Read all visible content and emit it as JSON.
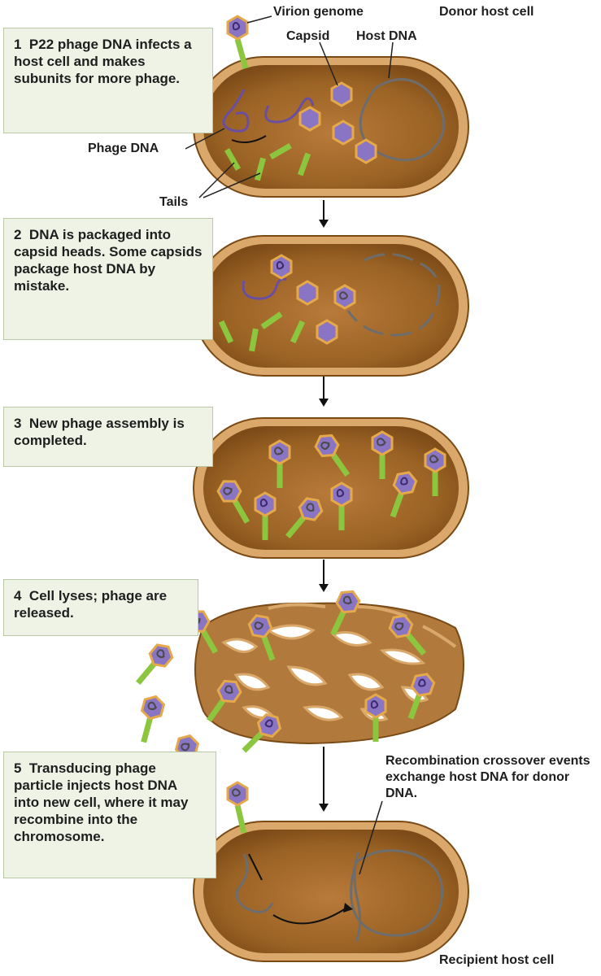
{
  "steps": [
    {
      "number": "1",
      "text": "P22 phage DNA infects a host cell and makes subunits for more phage."
    },
    {
      "number": "2",
      "text": "DNA is packaged into capsid heads. Some capsids package host DNA by mistake."
    },
    {
      "number": "3",
      "text": "New phage assembly is completed."
    },
    {
      "number": "4",
      "text": "Cell lyses; phage are released."
    },
    {
      "number": "5",
      "text": "Transducing phage particle injects host DNA into new cell, where it may recombine into the chromosome."
    }
  ],
  "labels": {
    "virion_genome": "Virion genome",
    "donor_host_cell": "Donor host cell",
    "capsid": "Capsid",
    "host_dna": "Host DNA",
    "phage_dna": "Phage DNA",
    "tails": "Tails",
    "recombination": "Recombination crossover events exchange host DNA for donor DNA.",
    "recipient_host_cell": "Recipient host cell"
  },
  "colors": {
    "cell_fill": "#a0682a",
    "cell_rim": "#d9a86a",
    "cell_outline": "#7a4a16",
    "capsid_fill": "#8a74c4",
    "capsid_rim": "#e6a94a",
    "tail": "#8cc63f",
    "host_dna": "#6d6d6d",
    "phage_dna": "#6a4fa0",
    "box_bg": "#eef3e6"
  }
}
